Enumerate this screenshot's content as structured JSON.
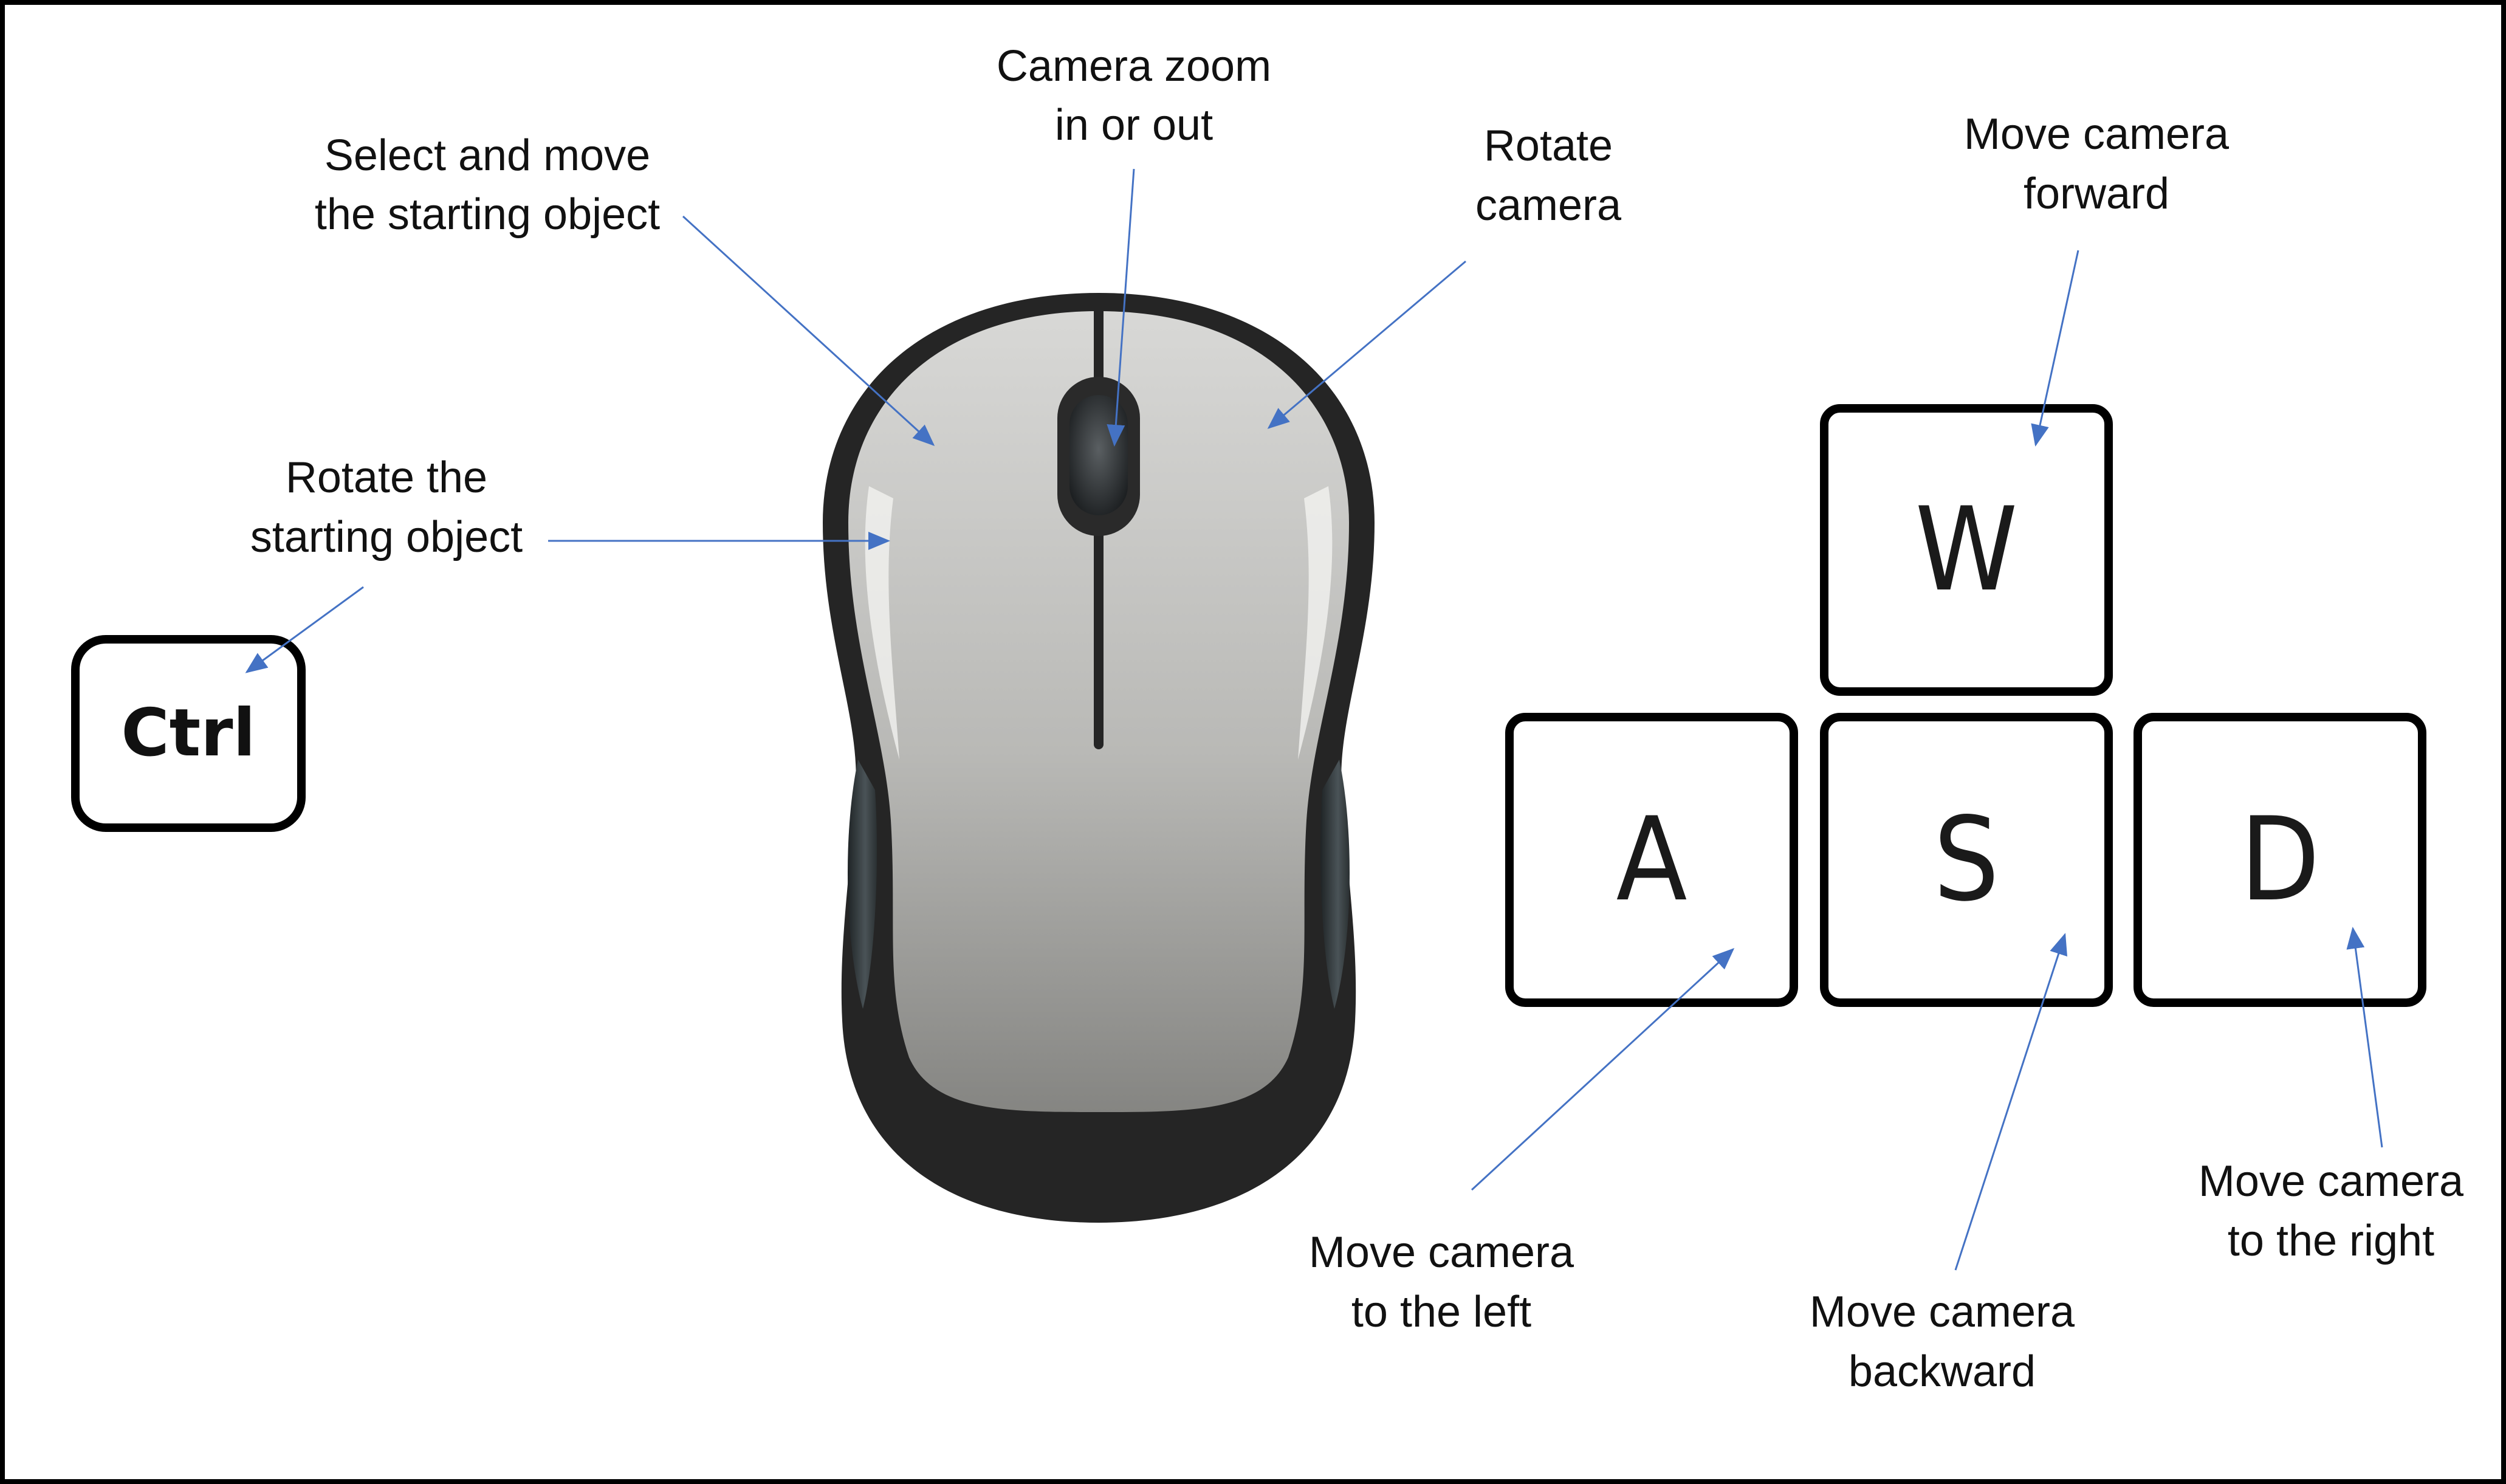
{
  "keys": {
    "ctrl": "Ctrl",
    "w": "W",
    "a": "A",
    "s": "S",
    "d": "D"
  },
  "labels": {
    "camera_zoom": [
      "Camera zoom",
      "in or out"
    ],
    "select_move": [
      "Select and move",
      "the starting object"
    ],
    "rotate_camera": [
      "Rotate",
      "camera"
    ],
    "move_forward": [
      "Move camera",
      "forward"
    ],
    "rotate_object": [
      "Rotate the",
      "starting object"
    ],
    "move_left": [
      "Move camera",
      "to the left"
    ],
    "move_backward": [
      "Move camera",
      "backward"
    ],
    "move_right": [
      "Move camera",
      "to the right"
    ]
  },
  "colors": {
    "arrow": "#4472C4",
    "frame": "#000000",
    "mouse_body": "#2b2b2b",
    "mouse_top": "#c7c7c5",
    "key_border": "#000000"
  },
  "icons": {
    "mouse": "computer-mouse-icon",
    "ctrl": "ctrl-key-icon",
    "wasd": "wasd-keys-icon"
  }
}
